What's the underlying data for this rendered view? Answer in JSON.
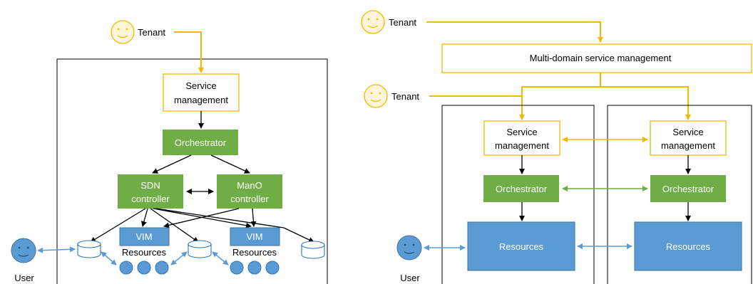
{
  "left": {
    "tenant": "Tenant",
    "service_management": [
      "Service",
      "management"
    ],
    "orchestrator": "Orchestrator",
    "sdn_controller": [
      "SDN",
      "controller"
    ],
    "mano_controller": [
      "ManO",
      "controller"
    ],
    "vim_1": "VIM",
    "vim_2": "VIM",
    "resources_1": "Resources",
    "resources_2": "Resources",
    "user": "User"
  },
  "right": {
    "tenant_top": "Tenant",
    "multi_domain": "Multi-domain service management",
    "tenant_mid": "Tenant",
    "domain_a": {
      "service_management": [
        "Service",
        "management"
      ],
      "orchestrator": "Orchestrator",
      "resources": "Resources"
    },
    "domain_b": {
      "service_management": [
        "Service",
        "management"
      ],
      "orchestrator": "Orchestrator",
      "resources": "Resources"
    },
    "user": "User"
  },
  "colors": {
    "tenant_line": "#f5b800",
    "green": "#70ad47",
    "blue": "#5b9bd5",
    "box_border": "#000000"
  }
}
